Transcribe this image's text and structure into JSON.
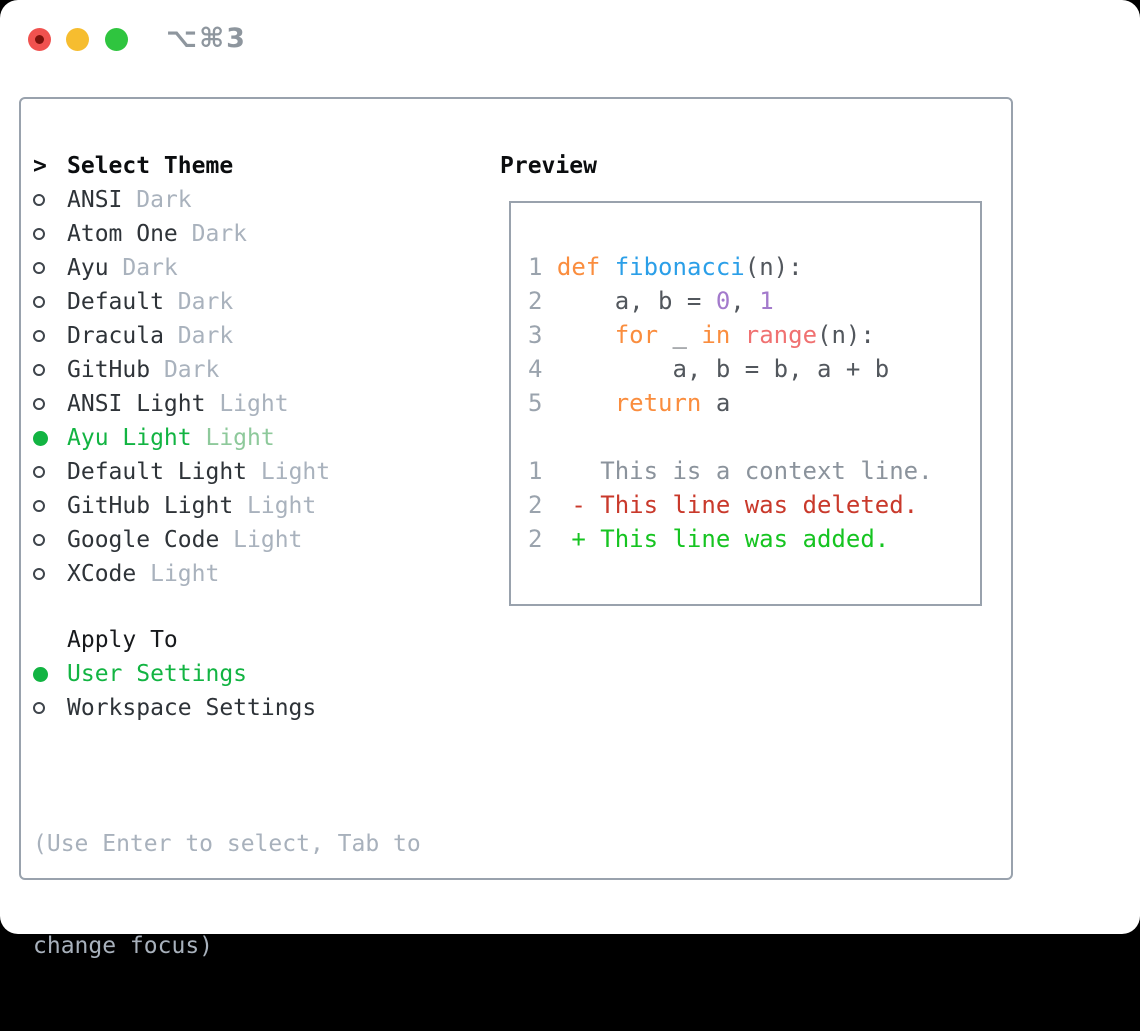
{
  "window": {
    "title_shortcut": "⌥⌘3"
  },
  "traffic_lights": {
    "close_color": "#f0524f",
    "minimize_color": "#f6bd2f",
    "zoom_color": "#2fc53f"
  },
  "theme_picker": {
    "header_marker": ">",
    "header": "Select Theme",
    "themes": [
      {
        "name": "ANSI",
        "variant": "Dark",
        "selected": false
      },
      {
        "name": "Atom One",
        "variant": "Dark",
        "selected": false
      },
      {
        "name": "Ayu",
        "variant": "Dark",
        "selected": false
      },
      {
        "name": "Default",
        "variant": "Dark",
        "selected": false
      },
      {
        "name": "Dracula",
        "variant": "Dark",
        "selected": false
      },
      {
        "name": "GitHub",
        "variant": "Dark",
        "selected": false
      },
      {
        "name": "ANSI Light",
        "variant": "Light",
        "selected": false
      },
      {
        "name": "Ayu Light",
        "variant": "Light",
        "selected": true
      },
      {
        "name": "Default Light",
        "variant": "Light",
        "selected": false
      },
      {
        "name": "GitHub Light",
        "variant": "Light",
        "selected": false
      },
      {
        "name": "Google Code",
        "variant": "Light",
        "selected": false
      },
      {
        "name": "XCode",
        "variant": "Light",
        "selected": false
      }
    ],
    "apply_to": {
      "label": "Apply To",
      "options": [
        {
          "label": "User Settings",
          "selected": true
        },
        {
          "label": "Workspace Settings",
          "selected": false
        }
      ]
    },
    "hint_lines": [
      "(Use Enter to select, Tab to",
      "change focus)"
    ]
  },
  "preview": {
    "title": "Preview",
    "code_lines": [
      {
        "num": "1",
        "segments": [
          {
            "text": "def",
            "style": "keyword"
          },
          {
            "text": " ",
            "style": "default"
          },
          {
            "text": "fibonacci",
            "style": "function"
          },
          {
            "text": "(n):",
            "style": "default"
          }
        ]
      },
      {
        "num": "2",
        "segments": [
          {
            "text": "    a, b = ",
            "style": "default"
          },
          {
            "text": "0",
            "style": "number"
          },
          {
            "text": ", ",
            "style": "default"
          },
          {
            "text": "1",
            "style": "number"
          }
        ]
      },
      {
        "num": "3",
        "segments": [
          {
            "text": "    ",
            "style": "default"
          },
          {
            "text": "for",
            "style": "keyword"
          },
          {
            "text": " _ ",
            "style": "default"
          },
          {
            "text": "in",
            "style": "keyword"
          },
          {
            "text": " ",
            "style": "default"
          },
          {
            "text": "range",
            "style": "builtin"
          },
          {
            "text": "(n):",
            "style": "default"
          }
        ]
      },
      {
        "num": "4",
        "segments": [
          {
            "text": "        a, b = b, a + b",
            "style": "default"
          }
        ]
      },
      {
        "num": "5",
        "segments": [
          {
            "text": "    ",
            "style": "default"
          },
          {
            "text": "return",
            "style": "keyword"
          },
          {
            "text": " a",
            "style": "default"
          }
        ]
      },
      {
        "num": "",
        "segments": []
      },
      {
        "num": "1",
        "segments": [
          {
            "text": "   This is a context line.",
            "style": "context"
          }
        ]
      },
      {
        "num": "2",
        "segments": [
          {
            "text": " - This line was deleted.",
            "style": "deleted"
          }
        ]
      },
      {
        "num": "2",
        "segments": [
          {
            "text": " + This line was added.",
            "style": "added"
          }
        ]
      }
    ]
  },
  "colors": {
    "selection_green": "#12b442",
    "diff_added": "#16c421",
    "diff_deleted": "#c9392b",
    "syntax_keyword": "#fa8d3e",
    "syntax_function": "#2b9fe8",
    "syntax_builtin": "#f07171",
    "syntax_number": "#a37acc",
    "syntax_default": "#52575d",
    "line_number": "#9aa3ad",
    "panel_border": "#99a2ad",
    "muted_text": "#a9b2bd"
  }
}
